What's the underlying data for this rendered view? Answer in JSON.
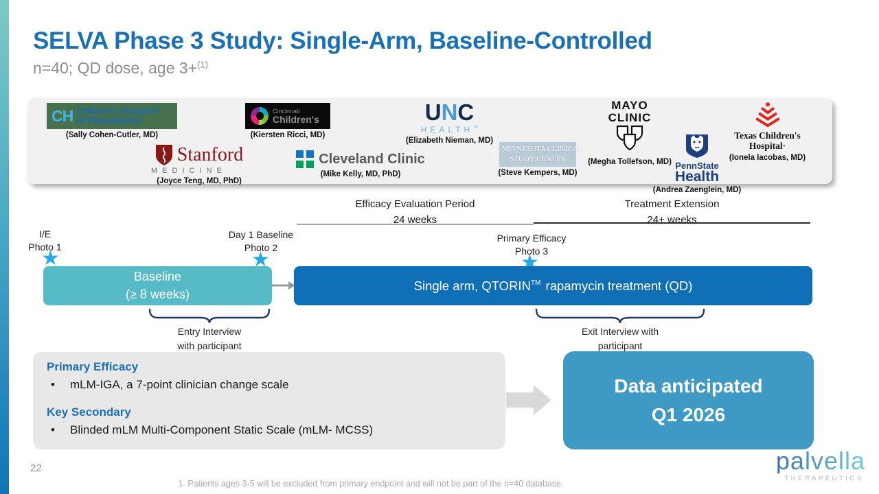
{
  "slide": {
    "title": "SELVA Phase 3 Study: Single-Arm, Baseline-Controlled",
    "subtitle": "n=40; QD dose, age 3+",
    "subtitle_sup": "(1)",
    "page_number": "22",
    "footnote": "1. Patients ages 3-5 will be excluded from primary endpoint and will not be part of the n=40 database."
  },
  "icons": {
    "star": "★"
  },
  "colors": {
    "title_blue": "#1A70B5",
    "baseline_teal": "#56BAC7",
    "treatment_blue": "#0F6FB6",
    "data_box_blue": "#3E99C4",
    "star_blue": "#29A9E0",
    "brace_navy": "#1F3864",
    "accent_bar_top": "#7CCAC4",
    "accent_bar_bottom": "#1273B9"
  },
  "sites": [
    {
      "name": "Children's Hospital of Philadelphia",
      "monogram": "CH",
      "logo_line1": "Children's Hospital",
      "logo_line2": "of Philadelphia·",
      "investigator": "(Sally Cohen-Cutler, MD)"
    },
    {
      "name": "Cincinnati Children's",
      "logo_line1": "Cincinnati",
      "logo_line2": "Children's",
      "investigator": "(Kiersten Ricci, MD)"
    },
    {
      "name": "UNC Health",
      "letters": [
        "U",
        "N",
        "C"
      ],
      "logo_line2": "HEALTH",
      "tm": "™",
      "investigator": "(Elizabeth Nieman, MD)"
    },
    {
      "name": "Mayo Clinic",
      "logo_line1": "MAYO",
      "logo_line2": "CLINIC",
      "investigator": "(Megha Tollefson, MD)"
    },
    {
      "name": "Texas Children's Hospital",
      "logo_line1": "Texas Children's",
      "logo_line2": "Hospital·",
      "investigator": "(Ionela Iacobas, MD)"
    },
    {
      "name": "Stanford Medicine",
      "logo_line1": "Stanford",
      "logo_line2": "MEDICINE",
      "investigator": "(Joyce Teng, MD, PhD)"
    },
    {
      "name": "Cleveland Clinic",
      "logo_line1": "Cleveland Clinic",
      "investigator": "(Mike Kelly, MD, PhD)"
    },
    {
      "name": "Minnesota Clinical Study Center",
      "logo_line1": "MINNESOTA CLINICAL",
      "logo_line2": "STUDY CENTER",
      "investigator": "(Steve Kempers, MD)"
    },
    {
      "name": "PennState Health",
      "logo_line1": "PennState",
      "logo_line2": "Health",
      "investigator": "(Andrea Zaenglein, MD)"
    }
  ],
  "timeline": {
    "periods": [
      {
        "label": "Efficacy Evaluation Period",
        "duration": "24 weeks"
      },
      {
        "label": "Treatment Extension",
        "duration": "24+ weeks"
      }
    ],
    "milestones": [
      {
        "line1": "I/E",
        "line2": "Photo 1"
      },
      {
        "line1": "Day 1 Baseline",
        "line2": "Photo 2"
      },
      {
        "line1": "Primary Efficacy",
        "line2": "Photo 3"
      }
    ],
    "baseline_box": {
      "line1": "Baseline",
      "line2": "(≥ 8 weeks)"
    },
    "treatment_box": {
      "text": "Single arm, QTORIN",
      "tm": "TM",
      "text_after": " rapamycin treatment (QD)"
    },
    "entry_interview": {
      "line1": "Entry Interview",
      "line2": "with participant"
    },
    "exit_interview": {
      "line1": "Exit Interview with",
      "line2": "participant"
    }
  },
  "endpoints": {
    "bullet_char": "•",
    "primary_heading": "Primary Efficacy",
    "primary_bullet": "mLM-IGA, a 7-point clinician change scale",
    "secondary_heading": "Key Secondary",
    "secondary_bullet": "Blinded mLM Multi-Component Static Scale (mLM- MCSS)"
  },
  "outcome": {
    "line1": "Data anticipated",
    "line2": "Q1 2026"
  },
  "branding": {
    "wordmark": "palvella",
    "subtext": "THERAPEUTICS"
  }
}
